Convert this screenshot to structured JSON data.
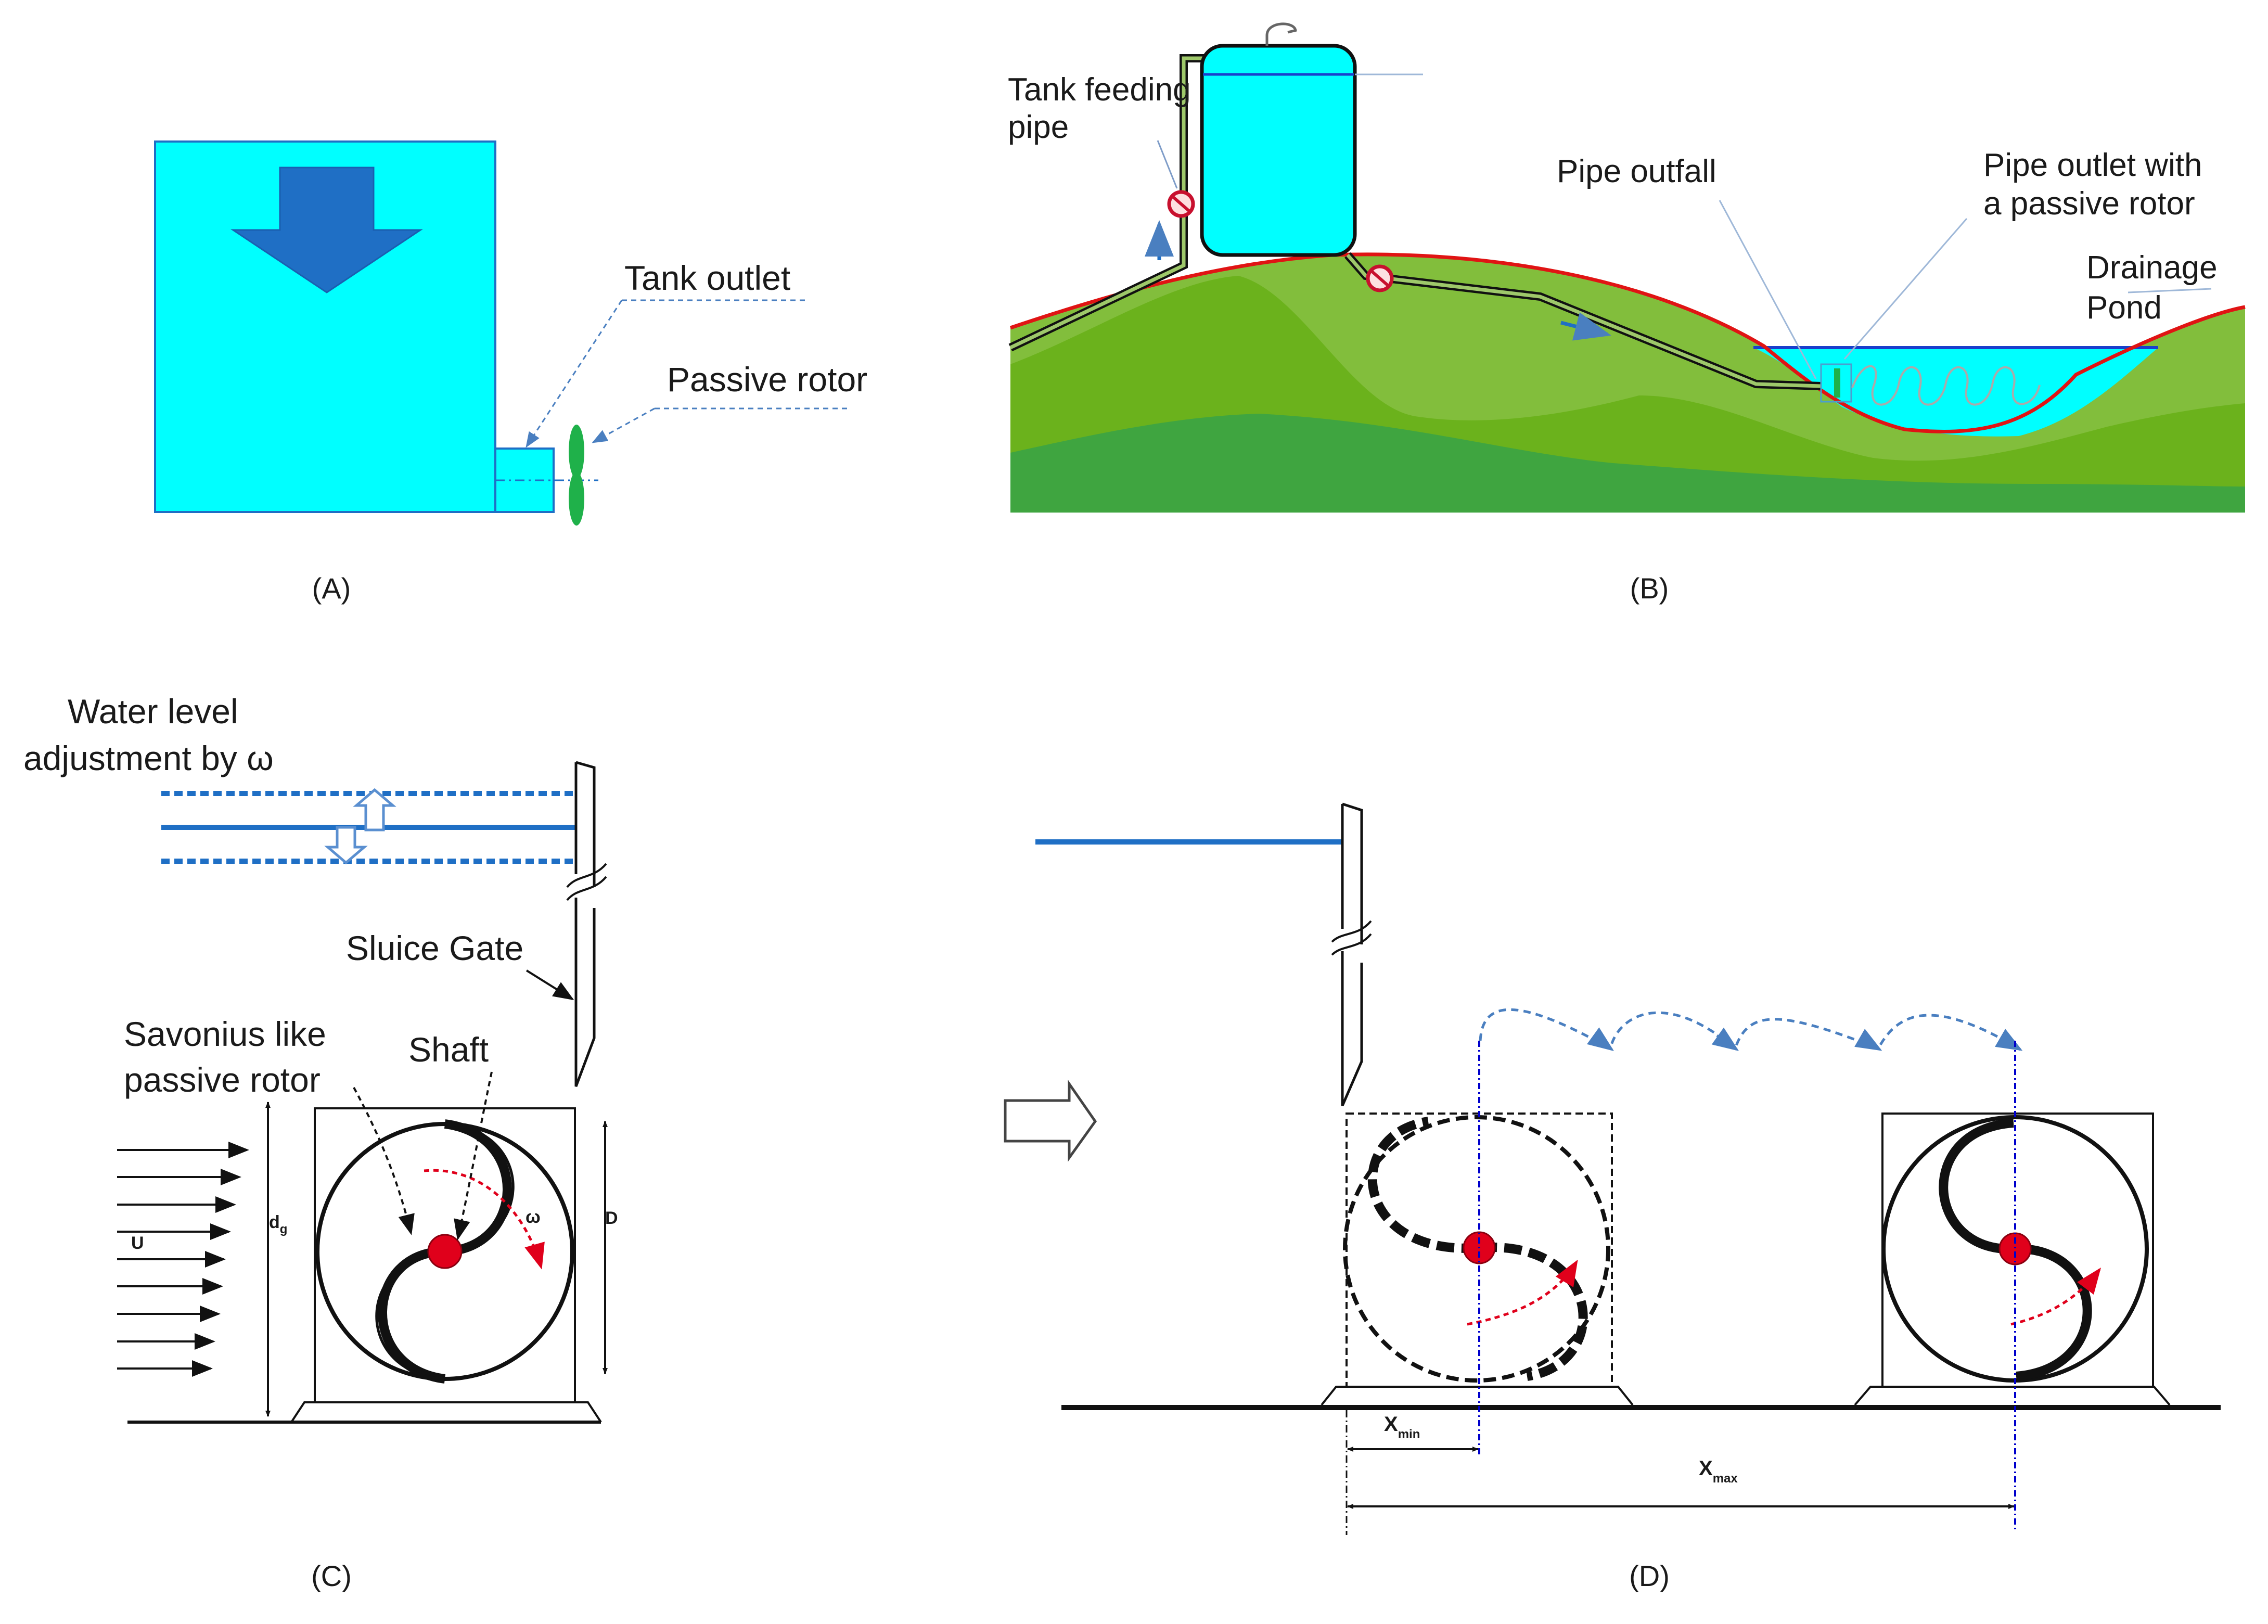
{
  "colors": {
    "water": "#00FFFF",
    "arrow_blue": "#1F6FC5",
    "rotor_green": "#1FB14A",
    "ground_dark": "#3FA540",
    "ground_mid": "#6BB21C",
    "ground_light": "#82BE3C",
    "ground_line": "#E01414",
    "valve_red": "#C8102E",
    "guide_blue": "#4A7FC0",
    "shaft_red": "#E0001B",
    "centerline_blue": "#0000CC"
  },
  "panel_a": {
    "caption": "(A)",
    "tank_outlet_label": "Tank outlet",
    "passive_rotor_label": "Passive rotor"
  },
  "panel_b": {
    "caption": "(B)",
    "tank_feeding_pipe_label": [
      "Tank feeding",
      "pipe"
    ],
    "pipe_outfall_label": "Pipe outfall",
    "pipe_outlet_label": [
      "Pipe outlet with",
      "a passive rotor"
    ],
    "drainage_pond_label": [
      "Drainage",
      "Pond"
    ]
  },
  "panel_c": {
    "caption": "(C)",
    "water_level_label": [
      "Water level",
      "adjustment by ω"
    ],
    "sluice_gate_label": "Sluice Gate",
    "savonius_label": [
      "Savonius like",
      "passive rotor"
    ],
    "shaft_label": "Shaft",
    "velocity_symbol": "U",
    "gap_symbol": "d",
    "gap_subscript": "g",
    "diameter_symbol": "D",
    "omega_symbol": "ω"
  },
  "panel_d": {
    "caption": "(D)",
    "xmin_main": "X",
    "xmin_sub": "min",
    "xmax_main": "X",
    "xmax_sub": "max"
  }
}
